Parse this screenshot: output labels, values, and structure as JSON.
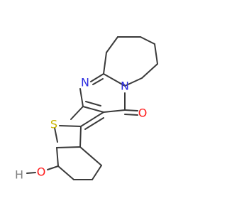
{
  "atoms": [
    {
      "key": "n_imine",
      "text": "N",
      "color": "#2f2fe0"
    },
    {
      "key": "n_amide",
      "text": "N",
      "color": "#2f2fe0"
    },
    {
      "key": "s_ring",
      "text": "S",
      "color": "#c8b400"
    },
    {
      "key": "o_carbonyl",
      "text": "O",
      "color": "#ff1a1a"
    },
    {
      "key": "o_hydroxyl",
      "text": "O",
      "color": "#ff1a1a"
    },
    {
      "key": "h_hydroxyl",
      "text": "H",
      "color": "#808080"
    }
  ]
}
